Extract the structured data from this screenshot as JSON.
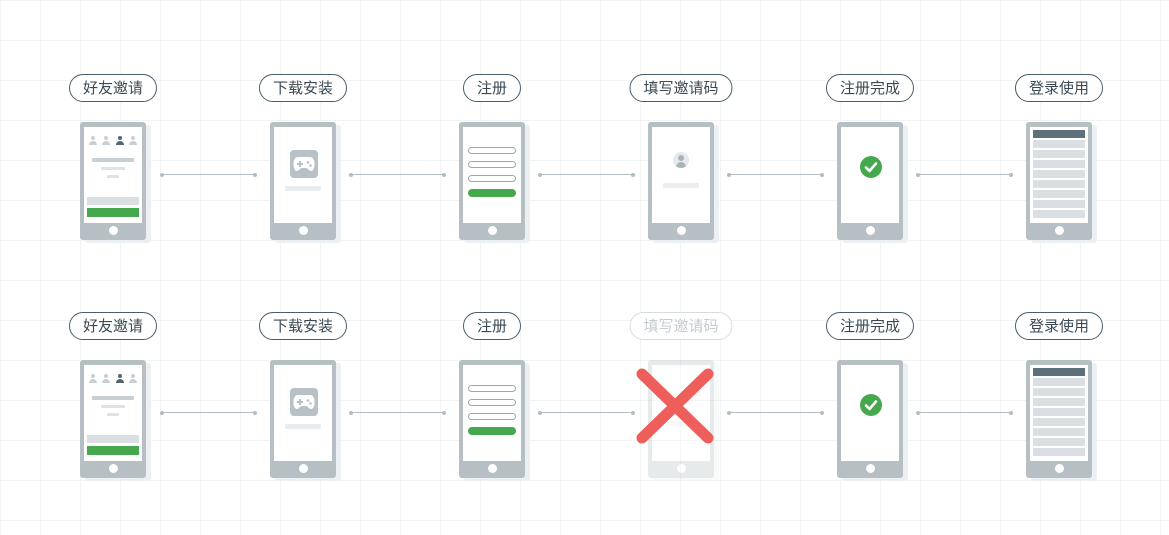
{
  "flows": [
    {
      "steps": [
        {
          "label": "好友邀请",
          "screen": "invite",
          "disabled": false
        },
        {
          "label": "下载安装",
          "screen": "download",
          "disabled": false
        },
        {
          "label": "注册",
          "screen": "register",
          "disabled": false
        },
        {
          "label": "填写邀请码",
          "screen": "invite_code",
          "disabled": false
        },
        {
          "label": "注册完成",
          "screen": "done",
          "disabled": false
        },
        {
          "label": "登录使用",
          "screen": "login",
          "disabled": false
        }
      ]
    },
    {
      "steps": [
        {
          "label": "好友邀请",
          "screen": "invite",
          "disabled": false
        },
        {
          "label": "下载安装",
          "screen": "download",
          "disabled": false
        },
        {
          "label": "注册",
          "screen": "register",
          "disabled": false
        },
        {
          "label": "填写邀请码",
          "screen": "invite_code",
          "disabled": true
        },
        {
          "label": "注册完成",
          "screen": "done",
          "disabled": false
        },
        {
          "label": "登录使用",
          "screen": "login",
          "disabled": false
        }
      ]
    }
  ],
  "colors": {
    "accent_green": "#46a84c",
    "cross_red": "#ee5f5b",
    "phone_frame": "#b6c0c4",
    "pill_border": "#4a5e6a"
  },
  "icons": {
    "download_screen": "gamepad-icon",
    "invite_code_screen": "user-avatar-icon",
    "done_screen": "check-circle-icon",
    "skipped_step": "cross-icon"
  }
}
